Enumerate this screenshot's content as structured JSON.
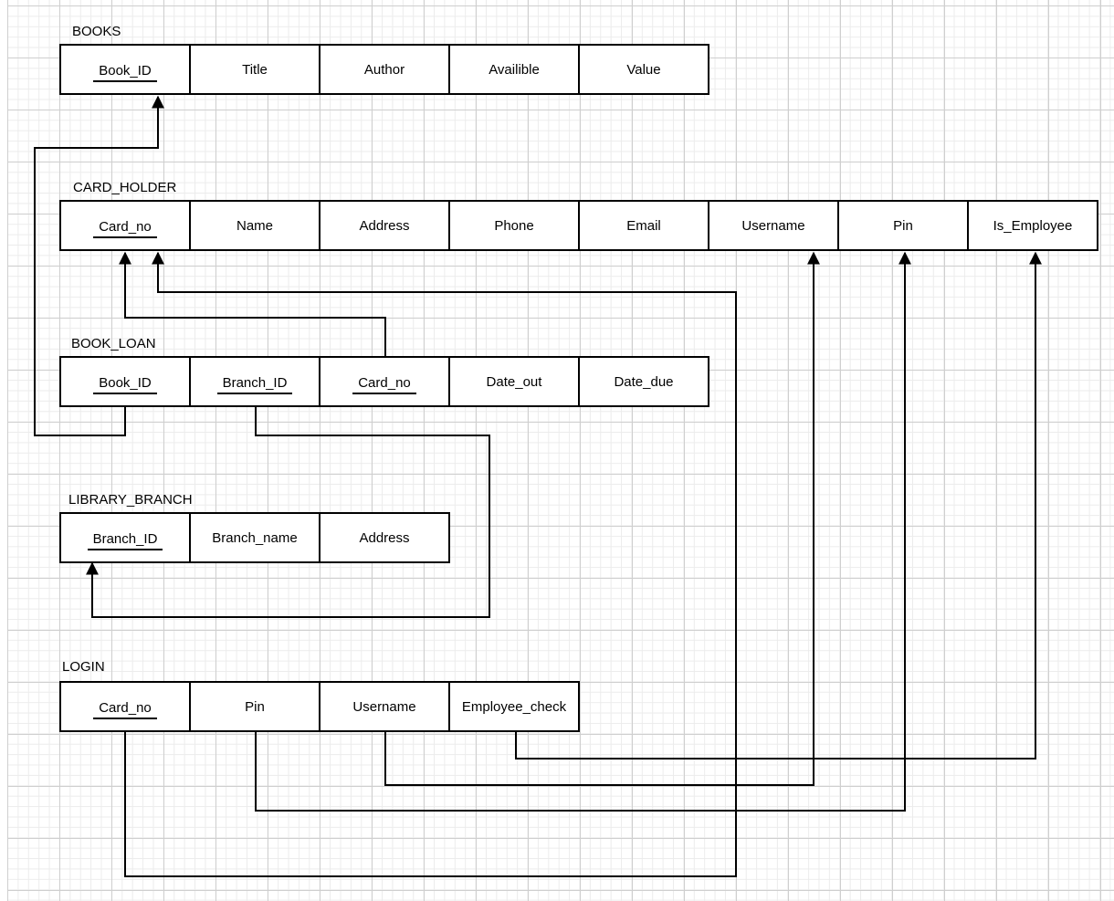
{
  "entities": {
    "books": {
      "title": "BOOKS",
      "fields": [
        {
          "label": "Book_ID",
          "key": true
        },
        {
          "label": "Title",
          "key": false
        },
        {
          "label": "Author",
          "key": false
        },
        {
          "label": "Availible",
          "key": false
        },
        {
          "label": "Value",
          "key": false
        }
      ]
    },
    "card_holder": {
      "title": "CARD_HOLDER",
      "fields": [
        {
          "label": "Card_no",
          "key": true
        },
        {
          "label": "Name",
          "key": false
        },
        {
          "label": "Address",
          "key": false
        },
        {
          "label": "Phone",
          "key": false
        },
        {
          "label": "Email",
          "key": false
        },
        {
          "label": "Username",
          "key": false
        },
        {
          "label": "Pin",
          "key": false
        },
        {
          "label": "Is_Employee",
          "key": false
        }
      ]
    },
    "book_loan": {
      "title": "BOOK_LOAN",
      "fields": [
        {
          "label": "Book_ID",
          "key": true
        },
        {
          "label": "Branch_ID",
          "key": true
        },
        {
          "label": "Card_no",
          "key": true
        },
        {
          "label": "Date_out",
          "key": false
        },
        {
          "label": "Date_due",
          "key": false
        }
      ]
    },
    "library_branch": {
      "title": "LIBRARY_BRANCH",
      "fields": [
        {
          "label": "Branch_ID",
          "key": true
        },
        {
          "label": "Branch_name",
          "key": false
        },
        {
          "label": "Address",
          "key": false
        }
      ]
    },
    "login": {
      "title": "LOGIN",
      "fields": [
        {
          "label": "Card_no",
          "key": true
        },
        {
          "label": "Pin",
          "key": false
        },
        {
          "label": "Username",
          "key": false
        },
        {
          "label": "Employee_check",
          "key": false
        }
      ]
    }
  },
  "relationships": [
    {
      "from": "BOOK_LOAN.Book_ID",
      "to": "BOOKS.Book_ID"
    },
    {
      "from": "BOOK_LOAN.Card_no",
      "to": "CARD_HOLDER.Card_no"
    },
    {
      "from": "LOGIN.Card_no",
      "to": "CARD_HOLDER.Card_no"
    },
    {
      "from": "BOOK_LOAN.Branch_ID",
      "to": "LIBRARY_BRANCH.Branch_ID"
    },
    {
      "from": "LOGIN.Username",
      "to": "CARD_HOLDER.Username"
    },
    {
      "from": "LOGIN.Pin",
      "to": "CARD_HOLDER.Pin"
    },
    {
      "from": "LOGIN.Employee_check",
      "to": "CARD_HOLDER.Is_Employee"
    }
  ]
}
